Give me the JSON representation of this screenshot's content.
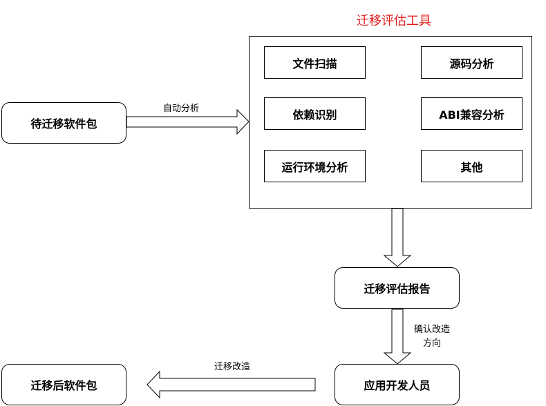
{
  "tool": {
    "title": "迁移评估工具",
    "items": [
      "文件扫描",
      "源码分析",
      "依赖识别",
      "ABI兼容分析",
      "运行环境分析",
      "其他"
    ]
  },
  "nodes": {
    "source_package": "待迁移软件包",
    "report": "迁移评估报告",
    "developer": "应用开发人员",
    "migrated_package": "迁移后软件包"
  },
  "edges": {
    "auto_analysis": "自动分析",
    "confirm_line1": "确认改造",
    "confirm_line2": "方向",
    "migrate_transform": "迁移改造"
  }
}
